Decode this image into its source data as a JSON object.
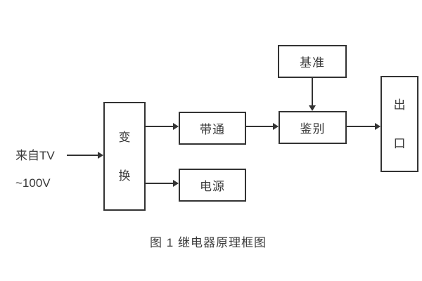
{
  "diagram": {
    "title": "继电器原理框图",
    "input": {
      "line1": "来自TV",
      "line2": "~100V"
    },
    "blocks": {
      "transform": {
        "label": "变换"
      },
      "bandpass": {
        "label": "带通"
      },
      "power": {
        "label": "电源"
      },
      "reference": {
        "label": "基准"
      },
      "discriminator": {
        "label": "鉴别"
      },
      "output": {
        "label": "出口"
      }
    },
    "connections": [
      "input → 变换",
      "变换 → 带通",
      "变换 → 电源",
      "带通 → 鉴别",
      "基准 → 鉴别",
      "鉴别 → 出口"
    ],
    "caption": "图 1 继电器原理框图"
  },
  "colors": {
    "line": "#333333",
    "text": "#3a3a3a",
    "background": "#ffffff"
  }
}
